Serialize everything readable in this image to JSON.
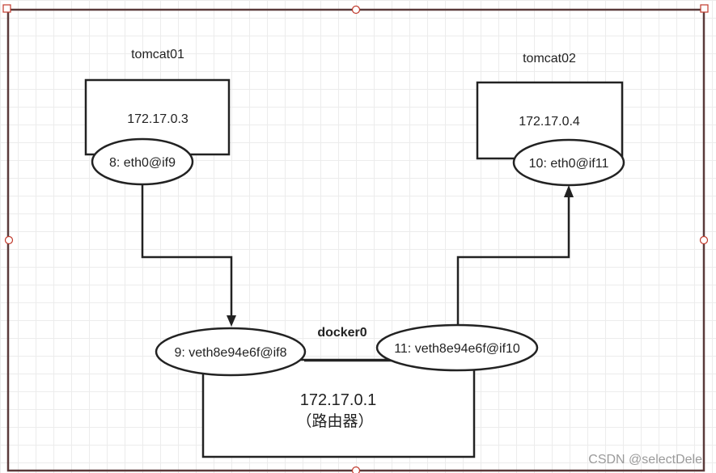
{
  "diagram": {
    "containers": [
      {
        "name": "tomcat01",
        "ip": "172.17.0.3",
        "interface": "8: eth0@if9"
      },
      {
        "name": "tomcat02",
        "ip": "172.17.0.4",
        "interface": "10: eth0@if11"
      }
    ],
    "bridge": {
      "name": "docker0",
      "ip": "172.17.0.1",
      "role": "（路由器）",
      "veth_left": "9: veth8e94e6f@if8",
      "veth_right": "11: veth8e94e6f@if10"
    },
    "watermark": "CSDN @selectDele"
  },
  "colors": {
    "line": "#222222",
    "frame": "#5a3a3a",
    "handle": "#c0392b",
    "grid": "#ececec"
  }
}
